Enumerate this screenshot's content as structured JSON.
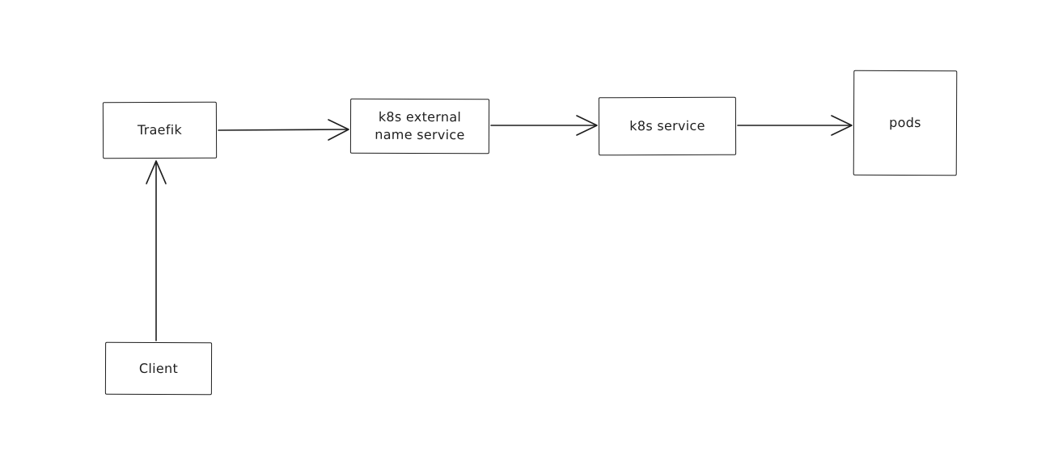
{
  "diagram": {
    "background_color": "#ffffff",
    "stroke_color": "#1e1e1e",
    "style": "hand-drawn",
    "nodes": [
      {
        "id": "traefik",
        "label": "Traefik"
      },
      {
        "id": "k8s-external-name-service",
        "label": "k8s external name service"
      },
      {
        "id": "k8s-service",
        "label": "k8s service"
      },
      {
        "id": "pods",
        "label": "pods"
      },
      {
        "id": "client",
        "label": "Client"
      }
    ],
    "edges": [
      {
        "from": "Client",
        "to": "Traefik",
        "direction": "up"
      },
      {
        "from": "Traefik",
        "to": "k8s external name service",
        "direction": "right"
      },
      {
        "from": "k8s external name service",
        "to": "k8s service",
        "direction": "right"
      },
      {
        "from": "k8s service",
        "to": "pods",
        "direction": "right"
      }
    ]
  }
}
